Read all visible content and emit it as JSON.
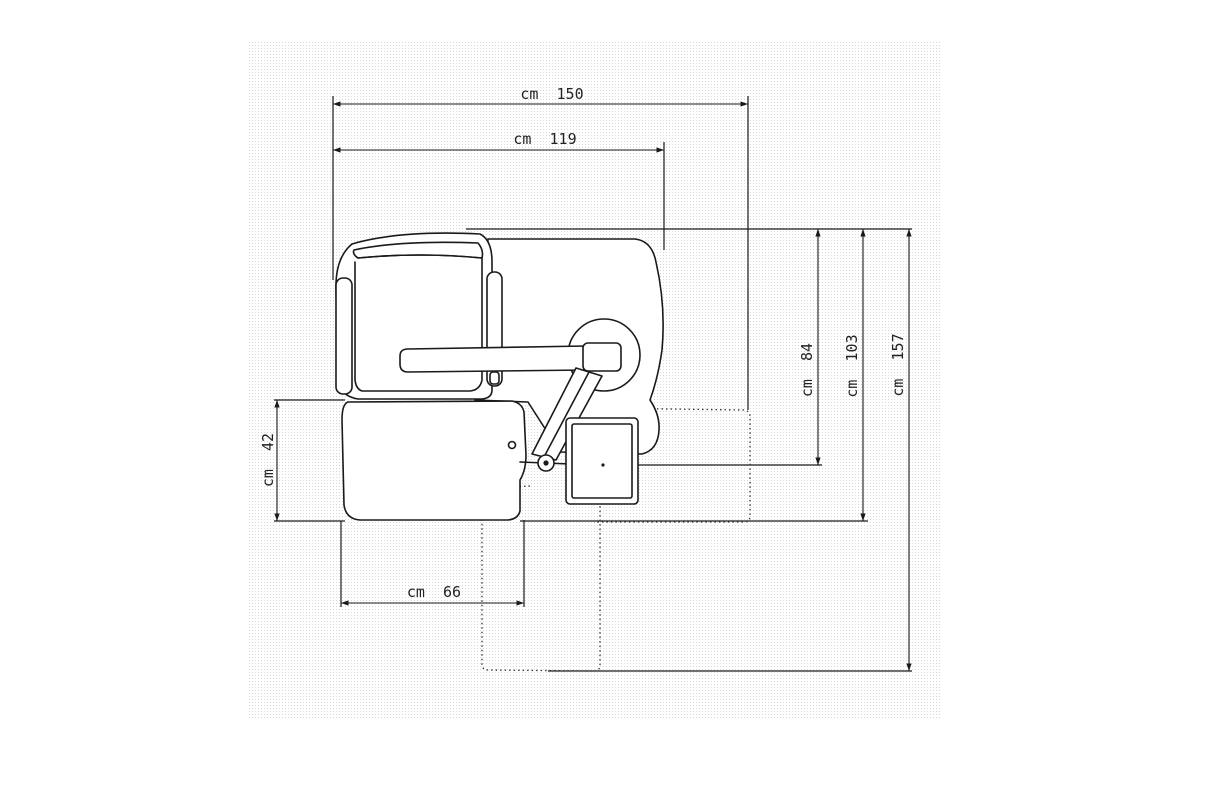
{
  "dimensions": {
    "top_overall": "cm  150",
    "top_inner": "cm  119",
    "left_height": "cm  42",
    "bottom_width": "cm  66",
    "right_1": "cm  84",
    "right_2": "cm  103",
    "right_3": "cm  157"
  },
  "colors": {
    "background": "#ffffff",
    "line": "#1a1a1a",
    "paper_tint": "#f4f4f4"
  }
}
